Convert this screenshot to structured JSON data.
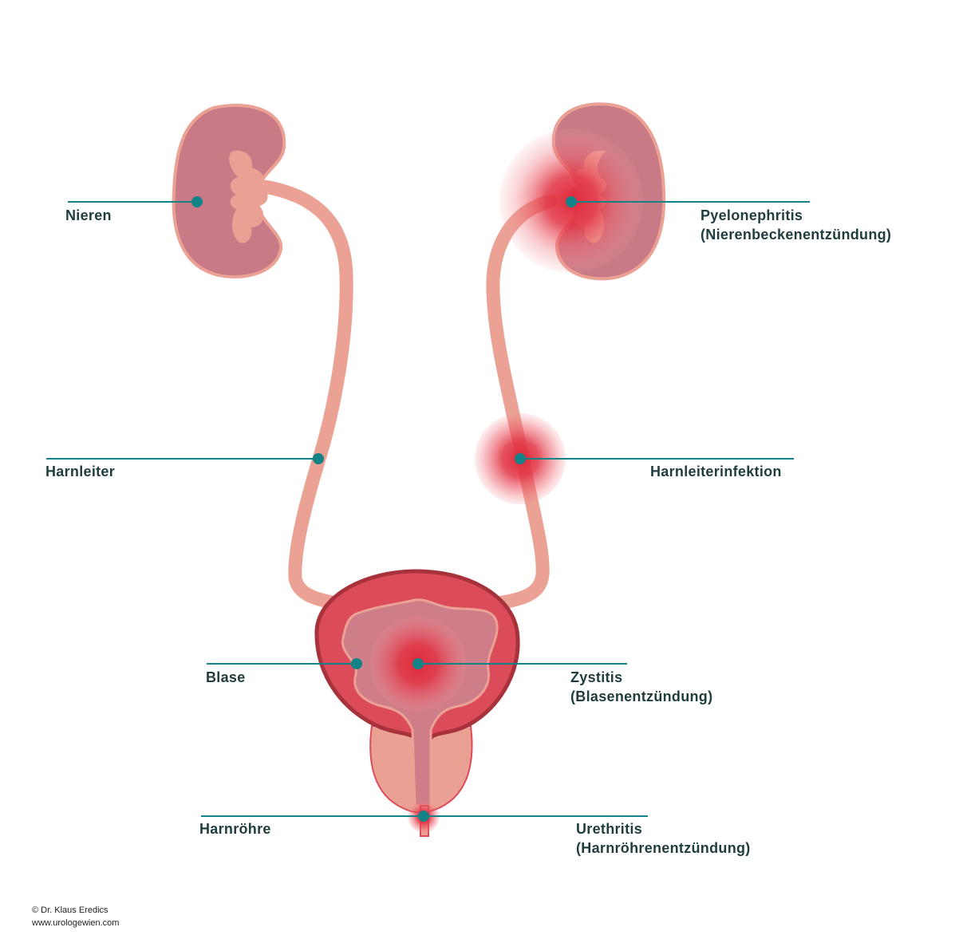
{
  "labels_left": {
    "kidney": "Nieren",
    "ureter": "Harnleiter",
    "bladder": "Blase",
    "urethra": "Harnröhre"
  },
  "labels_right": {
    "pyelonephritis_1": "Pyelonephritis",
    "pyelonephritis_2": "(Nierenbeckenentzündung)",
    "ureter_infection": "Harnleiterinfektion",
    "cystitis_1": "Zystitis",
    "cystitis_2": "(Blasenentzündung)",
    "urethritis_1": "Urethritis",
    "urethritis_2": "(Harnröhrenentzündung)"
  },
  "credit": {
    "author": "© Dr. Klaus Eredics",
    "website": "www.urologewien.com"
  },
  "colors": {
    "kidney_fill": "#c97a86",
    "kidney_outline": "#e8a193",
    "ureter": "#e8a193",
    "bladder_outer": "#a8323c",
    "bladder_wall": "#dc4b59",
    "bladder_inner": "#cf7e89",
    "prostate": "#eaa194",
    "inflammation": "#e0303e",
    "marker": "#138388",
    "leader_line": "#138388",
    "label_text": "#1f3d3f"
  }
}
